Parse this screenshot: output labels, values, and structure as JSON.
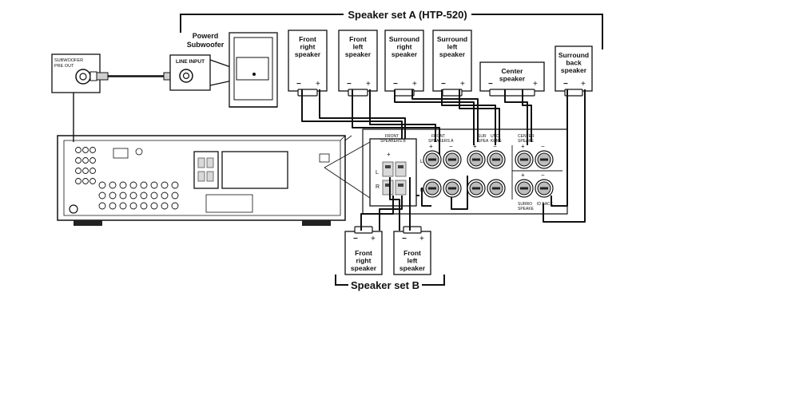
{
  "set_a_label": "Speaker set A (HTP-520)",
  "set_b_label": "Speaker set B",
  "subwoofer": {
    "title_line1": "Powerd",
    "title_line2": "Subwoofer",
    "input_label": "LINE INPUT"
  },
  "receiver_jack": {
    "label_line1": "SUBWOOFER",
    "label_line2": "PRE OUT"
  },
  "speakers_a": [
    {
      "id": "front-right",
      "lines": [
        "Front",
        "right",
        "speaker"
      ]
    },
    {
      "id": "front-left",
      "lines": [
        "Front",
        "left",
        "speaker"
      ]
    },
    {
      "id": "surround-right",
      "lines": [
        "Surround",
        "right",
        "speaker"
      ]
    },
    {
      "id": "surround-left",
      "lines": [
        "Surround",
        "left",
        "speaker"
      ]
    },
    {
      "id": "center",
      "lines": [
        "Center",
        "speaker"
      ]
    },
    {
      "id": "surround-back",
      "lines": [
        "Surround",
        "back",
        "speaker"
      ]
    }
  ],
  "speakers_b": [
    {
      "id": "front-right-b",
      "lines": [
        "Front",
        "right",
        "speaker"
      ]
    },
    {
      "id": "front-left-b",
      "lines": [
        "Front",
        "left",
        "speaker"
      ]
    }
  ],
  "terminal_signs": {
    "minus": "−",
    "plus": "+"
  },
  "panel": {
    "front_b_line1": "FRONT",
    "front_b_line2": "SPEAKERS B",
    "front_a_line1": "FRONT",
    "front_a_line2": "SPEAKERS A",
    "surround_line1": "SUR",
    "surround_line2": "SPEA",
    "surround_suffix1": "UND",
    "surround_suffix2": "KERS",
    "center_line1": "CENTER",
    "center_line2": "SPEAKE",
    "surround_back_line1": "SURRO",
    "surround_back_line2": "SPEAKE",
    "surround_back_suffix": "ID BACK",
    "l": "L",
    "r": "R"
  }
}
